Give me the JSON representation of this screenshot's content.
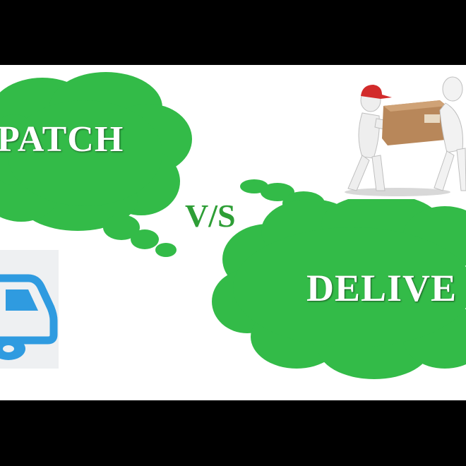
{
  "labels": {
    "dispatch": "PATCH",
    "versus": "V/S",
    "delivery": "DELIVE"
  },
  "colors": {
    "cloud_green": "#33bb48",
    "vs_green": "#2e9e36",
    "truck_blue": "#2f9be0",
    "background": "#ffffff",
    "frame": "#000000"
  },
  "icons": {
    "truck": "truck-icon",
    "delivery_people": "delivery-people-icon"
  }
}
